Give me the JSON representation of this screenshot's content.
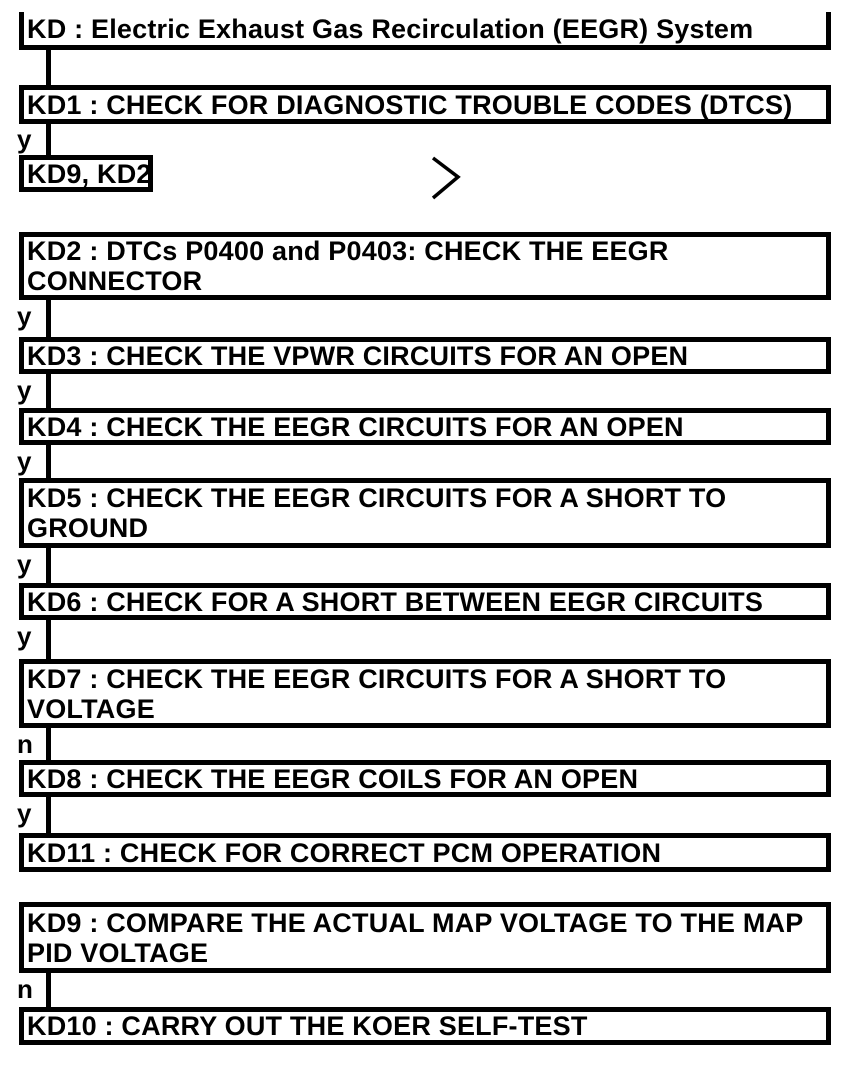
{
  "diagram": {
    "type": "diagnostic-flowchart",
    "title": "KD : Electric Exhaust Gas Recirculation (EEGR) System",
    "colors": {
      "background": "#ffffff",
      "border": "#000000",
      "text": "#000000"
    },
    "icons": {
      "chevron": "chevron-right"
    },
    "nodes": {
      "kd": {
        "label": "KD : Electric Exhaust Gas Recirculation (EEGR) System"
      },
      "kd1": {
        "label": "KD1 : CHECK FOR DIAGNOSTIC TROUBLE CODES (DTCS)"
      },
      "kd9kd2": {
        "label": "KD9, KD2"
      },
      "kd2": {
        "line1": "KD2 : DTCs P0400 and P0403: CHECK THE EEGR",
        "line2": "CONNECTOR"
      },
      "kd3": {
        "label": "KD3 : CHECK THE VPWR CIRCUITS FOR AN OPEN"
      },
      "kd4": {
        "label": "KD4 : CHECK THE EEGR CIRCUITS FOR AN OPEN"
      },
      "kd5": {
        "line1": "KD5 : CHECK THE EEGR CIRCUITS FOR A SHORT TO",
        "line2": "GROUND"
      },
      "kd6": {
        "label": "KD6 : CHECK FOR A SHORT BETWEEN EEGR CIRCUITS"
      },
      "kd7": {
        "line1": "KD7 : CHECK THE EEGR CIRCUITS FOR A SHORT TO",
        "line2": "VOLTAGE"
      },
      "kd8": {
        "label": "KD8 : CHECK THE EEGR COILS FOR AN OPEN"
      },
      "kd11": {
        "label": "KD11 : CHECK FOR CORRECT PCM OPERATION"
      },
      "kd9": {
        "line1": "KD9 : COMPARE THE ACTUAL MAP VOLTAGE TO THE MAP",
        "line2": "PID VOLTAGE"
      },
      "kd10": {
        "label": "KD10 : CARRY OUT THE KOER SELF-TEST"
      }
    },
    "branch_labels": {
      "kd1_to_kd9kd2": "y",
      "kd2_to_kd3": "y",
      "kd3_to_kd4": "y",
      "kd4_to_kd5": "y",
      "kd5_to_kd6": "y",
      "kd6_to_kd7": "y",
      "kd7_to_kd8": "n",
      "kd8_to_kd11": "y",
      "kd9_to_kd10": "n"
    }
  }
}
